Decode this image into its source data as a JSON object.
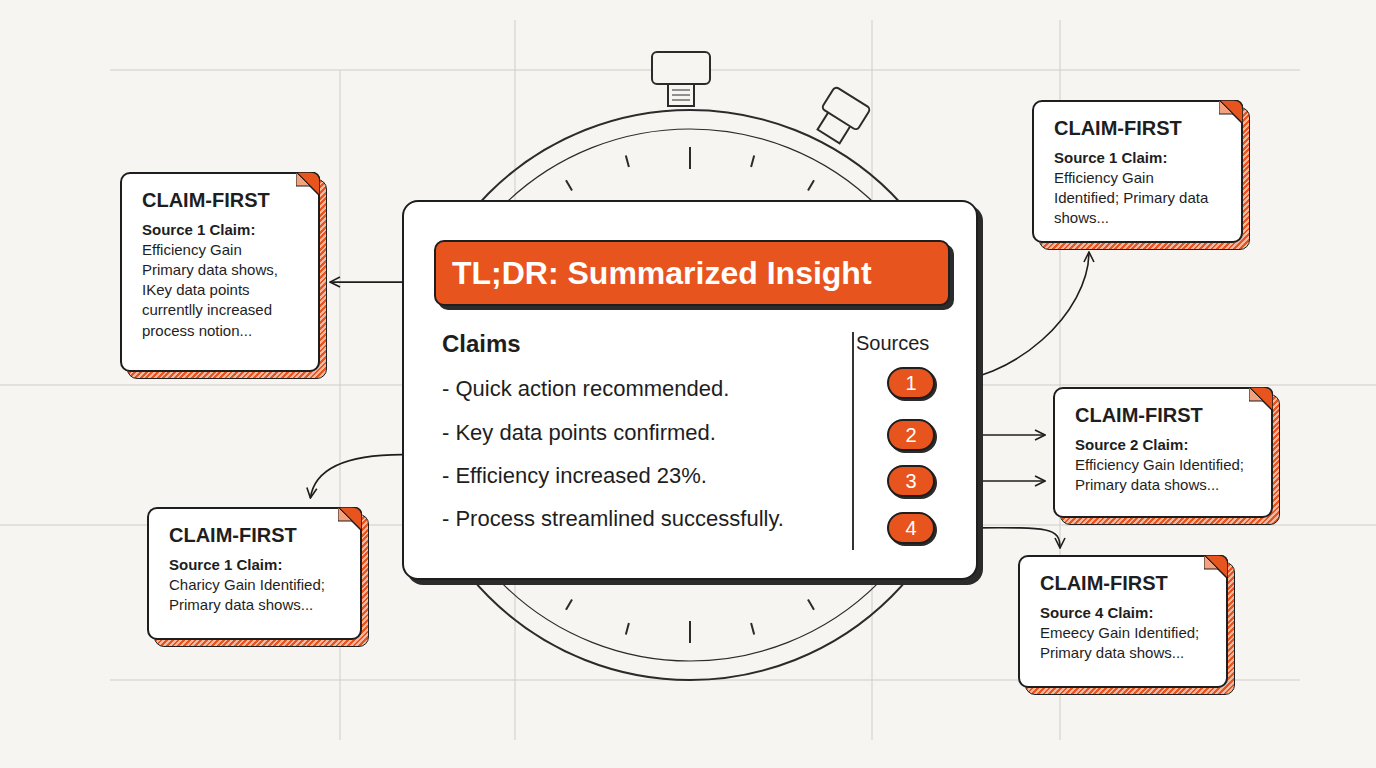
{
  "diagram": {
    "nodes": [
      {
        "text": [
          "Claims",
          "- Quick action recommended.",
          "- Key data points confirmed.",
          "- Efficiency increased 23%.",
          "- Process streamlined successfully.",
          "Sources"
        ]
      },
      {
        "text": [
          "TL;DR: Summarized Insight"
        ],
        "in": 0
      },
      {
        "text": [
          "1"
        ],
        "in": 0
      },
      {
        "text": [
          "2"
        ],
        "in": 0
      },
      {
        "text": [
          "3"
        ],
        "in": 0
      },
      {
        "text": [
          "4"
        ],
        "in": 0
      },
      {
        "text": [
          "CLAIM-FIRST",
          "Source 1 Claim:",
          "Efficiency Gain Identified; Primary data shows..."
        ]
      },
      {
        "text": [
          "CLAIM-FIRST",
          "Source 1 Claim:",
          "Efficiency Gain Primary data shows, IKey data points currentlly increased process notion..."
        ]
      },
      {
        "text": [
          "CLAIM-FIRST",
          "Source 2 Claim:",
          "Efficiency Gain Identified; Primary data shows..."
        ]
      },
      {
        "text": [
          "CLAIM-FIRST",
          "Source 1 Claim:",
          "Charicy Gain Identified; Primary data shows..."
        ]
      },
      {
        "text": [
          "CLAIM-FIRST",
          "Source 4 Claim:",
          "Emeecy Gain Identified; Primary data shows..."
        ]
      }
    ],
    "edges": [
      {
        "from": 0,
        "to": 7,
        "arrow": "to"
      },
      {
        "from": 0,
        "to": 9,
        "arrow": "to"
      },
      {
        "from": 2,
        "to": 6,
        "arrow": "to"
      },
      {
        "from": 3,
        "to": 8,
        "arrow": "to"
      },
      {
        "from": 4,
        "to": 8,
        "arrow": "to"
      },
      {
        "from": 5,
        "to": 10,
        "arrow": "to"
      }
    ]
  }
}
